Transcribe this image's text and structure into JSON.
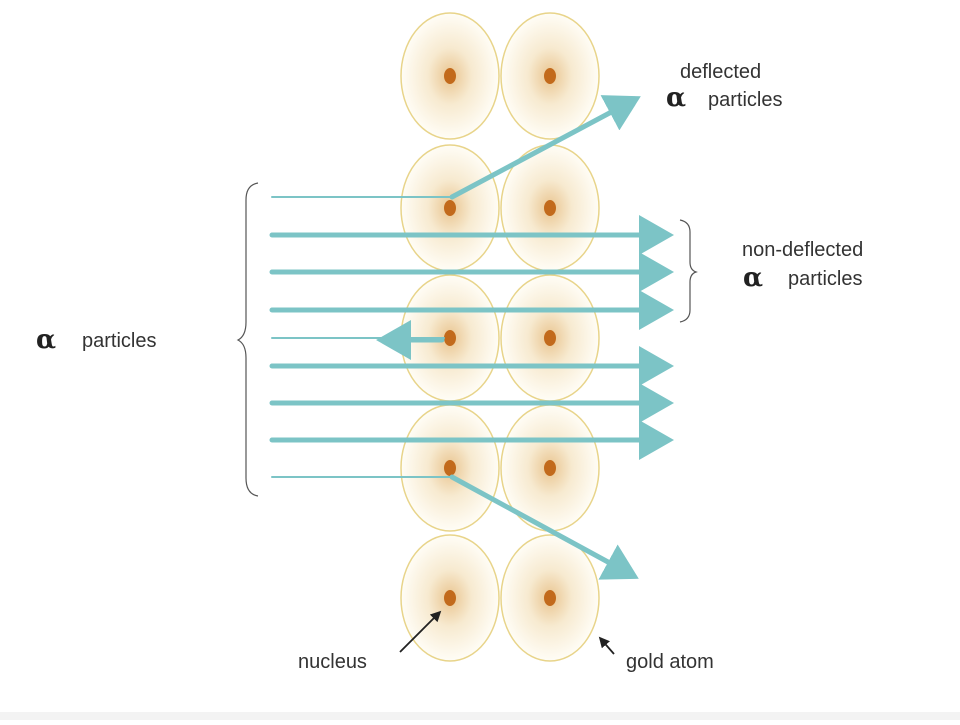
{
  "labels": {
    "deflected_line1": "deflected",
    "deflected_alpha": "α",
    "deflected_line2": "particles",
    "nondeflected_line1": "non-deflected",
    "nondeflected_alpha": "α",
    "nondeflected_line2": "particles",
    "incoming_alpha": "α",
    "incoming_text": "particles",
    "nucleus": "nucleus",
    "gold_atom": "gold atom"
  },
  "colors": {
    "arrow": "#7cc4c6",
    "atom_edge": "#e8d48a",
    "atom_glow": "#f0d8a8",
    "nucleus": "#c26a1c",
    "bracket": "#555555"
  }
}
